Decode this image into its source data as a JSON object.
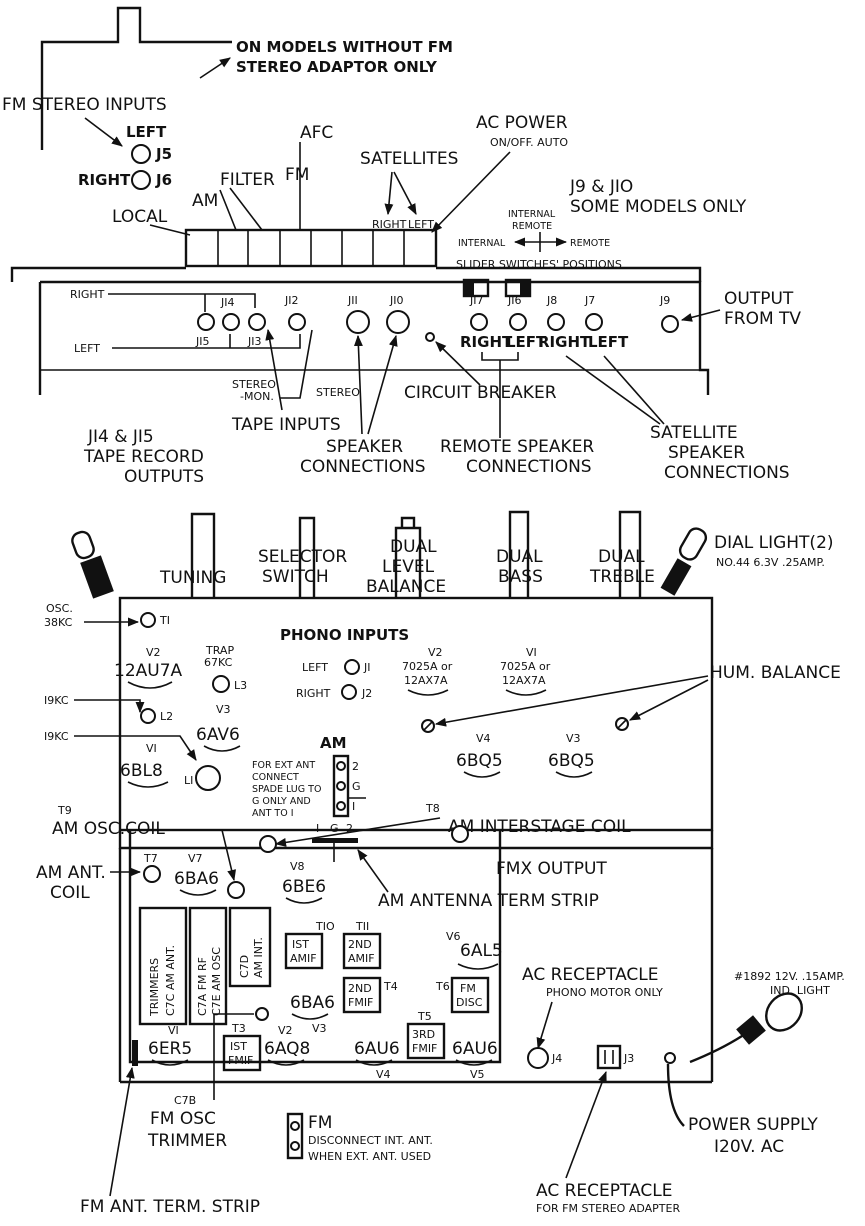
{
  "top": {
    "note_line1": "ON MODELS WITHOUT FM",
    "note_line2": "STEREO ADAPTOR ONLY",
    "fm_stereo_inputs": "FM STEREO INPUTS",
    "left": "LEFT",
    "right": "RIGHT",
    "j5": "J5",
    "j6": "J6",
    "local": "LOCAL",
    "am": "AM",
    "filter": "FILTER",
    "fm": "FM",
    "afc": "AFC",
    "satellites": "SATELLITES",
    "sat_right": "RIGHT",
    "sat_left": "LEFT",
    "ac_power": "AC POWER",
    "ac_power_sub": "ON/OFF. AUTO",
    "j9_j10_line1": "J9 & JIO",
    "j9_j10_line2": "SOME MODELS ONLY",
    "internal_remote_1": "INTERNAL",
    "internal_remote_2": "REMOTE",
    "internal_arrow": "INTERNAL",
    "remote_arrow": "REMOTE",
    "slider_positions": "SLIDER SWITCHES' POSITIONS",
    "right_side": "RIGHT",
    "left_side": "LEFT",
    "jacks": {
      "j14": "JI4",
      "j12": "JI2",
      "j15": "JI5",
      "j13": "JI3",
      "j11": "JII",
      "j10": "JI0",
      "j17": "JI7",
      "j16": "JI6",
      "j8": "J8",
      "j7": "J7",
      "j9": "J9"
    },
    "remote_right": "RIGHT",
    "remote_left": "LEFT",
    "sat_jack_right": "RIGHT",
    "sat_jack_left": "LEFT",
    "output_from_tv_1": "OUTPUT",
    "output_from_tv_2": "FROM TV",
    "stereo_mon_1": "STEREO",
    "stereo_mon_2": "-MON.",
    "stereo": "STEREO",
    "circuit_breaker": "CIRCUIT BREAKER",
    "tape_inputs": "TAPE INPUTS",
    "tape_record_1": "JI4 & JI5",
    "tape_record_2": "TAPE RECORD",
    "tape_record_3": "OUTPUTS",
    "speaker_conn_1": "SPEAKER",
    "speaker_conn_2": "CONNECTIONS",
    "remote_speaker_1": "REMOTE SPEAKER",
    "remote_speaker_2": "CONNECTIONS",
    "satellite_speaker_1": "SATELLITE",
    "satellite_speaker_2": "SPEAKER",
    "satellite_speaker_3": "CONNECTIONS"
  },
  "bottom": {
    "tuning": "TUNING",
    "selector_1": "SELECTOR",
    "selector_2": "SWITCH",
    "dual_level_1": "DUAL",
    "dual_level_2": "LEVEL",
    "dual_level_3": "BALANCE",
    "dual_bass_1": "DUAL",
    "dual_bass_2": "BASS",
    "dual_treble_1": "DUAL",
    "dual_treble_2": "TREBLE",
    "dial_light": "DIAL LIGHT(2)",
    "dial_light_sub": "NO.44  6.3V .25AMP.",
    "osc_1": "OSC.",
    "osc_2": "38KC",
    "t1": "TI",
    "v2_label": "V2",
    "v2_tube": "12AU7A",
    "trap_1": "TRAP",
    "trap_2": "67KC",
    "l3": "L3",
    "phono_inputs": "PHONO INPUTS",
    "phono_left": "LEFT",
    "j1": "JI",
    "phono_right": "RIGHT",
    "j2": "J2",
    "v2b_label": "V2",
    "v2b_tube_1": "7025A or",
    "v2b_tube_2": "12AX7A",
    "v1b_label": "VI",
    "v1b_tube_1": "7025A or",
    "v1b_tube_2": "12AX7A",
    "hum_balance": "HUM. BALANCE",
    "kc19_a": "I9KC",
    "l2": "L2",
    "v3_label": "V3",
    "v3_tube": "6AV6",
    "kc19_b": "I9KC",
    "v1_label": "VI",
    "v1_tube": "6BL8",
    "l1": "LI",
    "am_title": "AM",
    "ext_ant_1": "FOR EXT ANT",
    "ext_ant_2": "CONNECT",
    "ext_ant_3": "SPADE LUG TO",
    "ext_ant_4": "G ONLY AND",
    "ext_ant_5": "ANT TO I",
    "am_pin2": "2",
    "am_pinG": "G",
    "am_pin1": "I",
    "v4_label": "V4",
    "v4_tube": "6BQ5",
    "v3r_label": "V3",
    "v3r_tube": "6BQ5",
    "t9": "T9",
    "am_osc_coil": "AM OSC.COIL",
    "t8": "T8",
    "am_interstage": "AM INTERSTAGE COIL",
    "am_ant_coil_1": "AM ANT.",
    "am_ant_coil_2": "COIL",
    "t7": "T7",
    "v7_label": "V7",
    "v7_tube": "6BA6",
    "strip_1": "I",
    "strip_g": "G",
    "strip_2": "2",
    "fmx_output": "FMX OUTPUT",
    "am_antenna_strip": "AM ANTENNA TERM STRIP",
    "v8_label": "V8",
    "v8_tube": "6BE6",
    "trimmers_1": "TRIMMERS",
    "trimmers_2": "C7C AM ANT.",
    "trim2_1": "C7A FM RF",
    "trim2_2": "C7E AM OSC",
    "trim3_1": "C7D",
    "trim3_2": "AM INT.",
    "t10": "TIO",
    "ist_amif_1": "IST",
    "ist_amif_2": "AMIF",
    "t11": "TII",
    "nd_amif_1": "2ND",
    "nd_amif_2": "AMIF",
    "v6_label": "V6",
    "v6_tube": "6AL5",
    "t4": "T4",
    "nd_fmif_1": "2ND",
    "nd_fmif_2": "FMIF",
    "t6": "T6",
    "fm_disc_1": "FM",
    "fm_disc_2": "DISC",
    "v3b_tube": "6BA6",
    "v3b_label": "V3",
    "t5": "T5",
    "rd_fmif_1": "3RD",
    "rd_fmif_2": "FMIF",
    "t3": "T3",
    "ist_fmif_1": "IST",
    "ist_fmif_2": "FMIF",
    "v1c_label": "VI",
    "v1c_tube": "6ER5",
    "v2c_label": "V2",
    "v2c_tube": "6AQ8",
    "v4b_tube": "6AU6",
    "v4b_label": "V4",
    "v5_tube": "6AU6",
    "v5_label": "V5",
    "ac_recep_1": "AC RECEPTACLE",
    "ac_recep_1_sub": "PHONO MOTOR ONLY",
    "ind_light_1": "#1892 12V. .15AMP.",
    "ind_light_2": "IND. LIGHT",
    "j4": "J4",
    "j3": "J3",
    "c7b": "C7B",
    "fm_osc_1": "FM OSC",
    "fm_osc_2": "TRIMMER",
    "fm_term_title": "FM",
    "fm_term_1": "DISCONNECT INT. ANT.",
    "fm_term_2": "WHEN EXT. ANT. USED",
    "power_supply_1": "POWER SUPPLY",
    "power_supply_2": "I20V. AC",
    "fm_ant_strip": "FM ANT. TERM. STRIP",
    "ac_recep_2": "AC RECEPTACLE",
    "ac_recep_2_sub": "FOR FM STEREO ADAPTER"
  }
}
